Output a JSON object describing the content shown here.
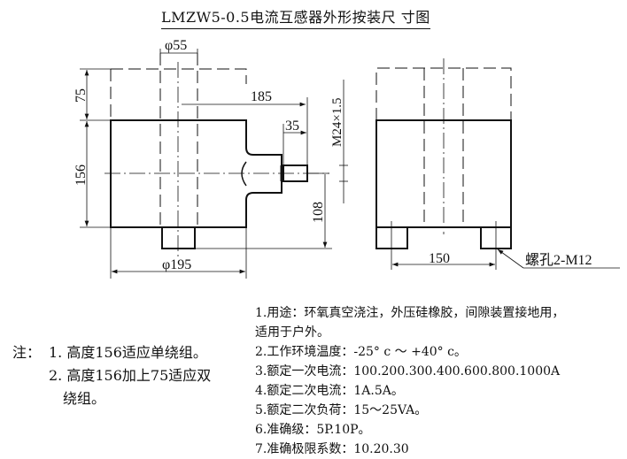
{
  "title": "LMZW5-0.5电流互感器外形按装尺 寸图",
  "dimensions": {
    "phi55": "φ55",
    "d75": "75",
    "d185": "185",
    "d35": "35",
    "thread": "M24×1.5",
    "d156": "156",
    "d108": "108",
    "phi195": "φ195",
    "d150": "150",
    "hole_label": "螺孔2-M12"
  },
  "notes": {
    "prefix": "注：",
    "items": [
      "1. 高度156适应单绕组。",
      "2. 高度156加上75适应双",
      "绕组。"
    ]
  },
  "specs": [
    "1.用途：环氧真空浇注，外压硅橡胶，间隙装置接地用，",
    "适用于户外。",
    "2.工作环境温度：-25° c ～ +40° c。",
    "3.额定一次电流：100.200.300.400.600.800.1000A",
    "4.额定二次电流：1A.5A。",
    "5.额定二次负荷：15～25VA。",
    "6.准确级：5P.10P。",
    "7.准确极限系数：10.20.30"
  ]
}
